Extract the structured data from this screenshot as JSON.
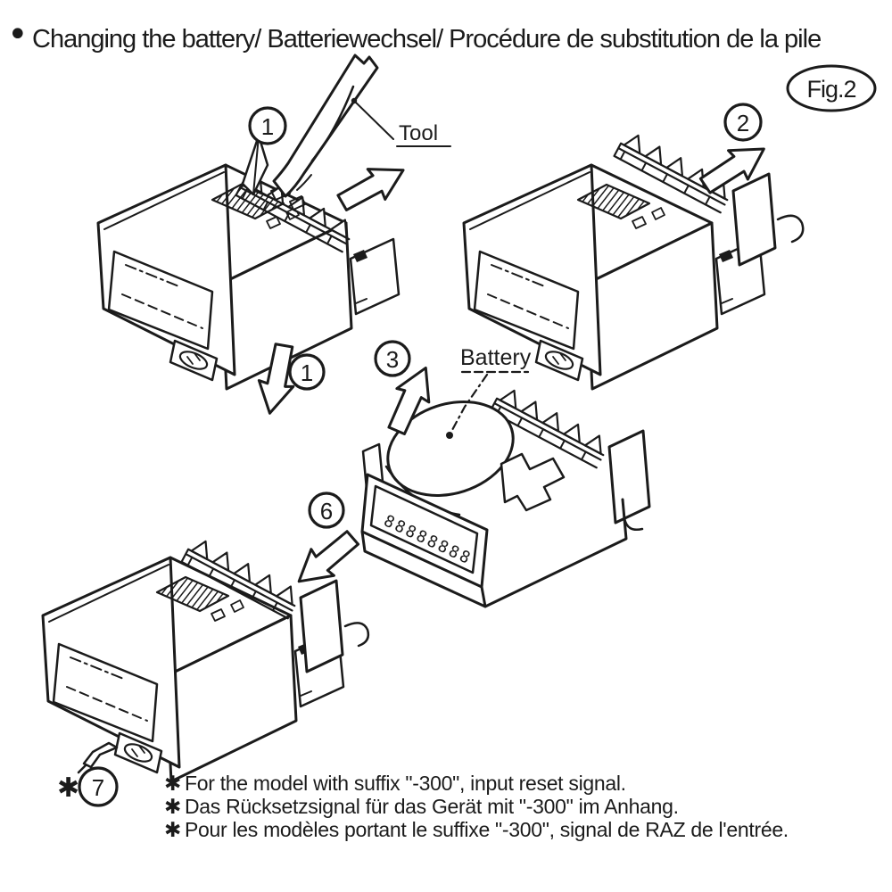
{
  "document": {
    "bullet": "•",
    "title": "Changing the battery/ Batteriewechsel/ Procédure de substitution de la pile",
    "figure_label": "Fig.2"
  },
  "callouts": {
    "tool": "Tool",
    "battery": "Battery"
  },
  "steps": {
    "pry_latch": "1",
    "slide_out": "1",
    "remove_rear_case": "2",
    "lift_battery": "3",
    "reinsert_module": "6",
    "reset_lever": "7"
  },
  "module": {
    "lcd_digits": "88888888"
  },
  "footnotes": {
    "marker": "✱",
    "items": [
      "For the model with suffix \"-300\", input reset signal.",
      "Das Rücksetzsignal für das Gerät mit \"-300\" im Anhang.",
      "Pour les modèles portant le suffixe \"-300\", signal de RAZ de l'entrée."
    ]
  },
  "colors": {
    "ink": "#1b1b1b",
    "paper": "#ffffff"
  }
}
